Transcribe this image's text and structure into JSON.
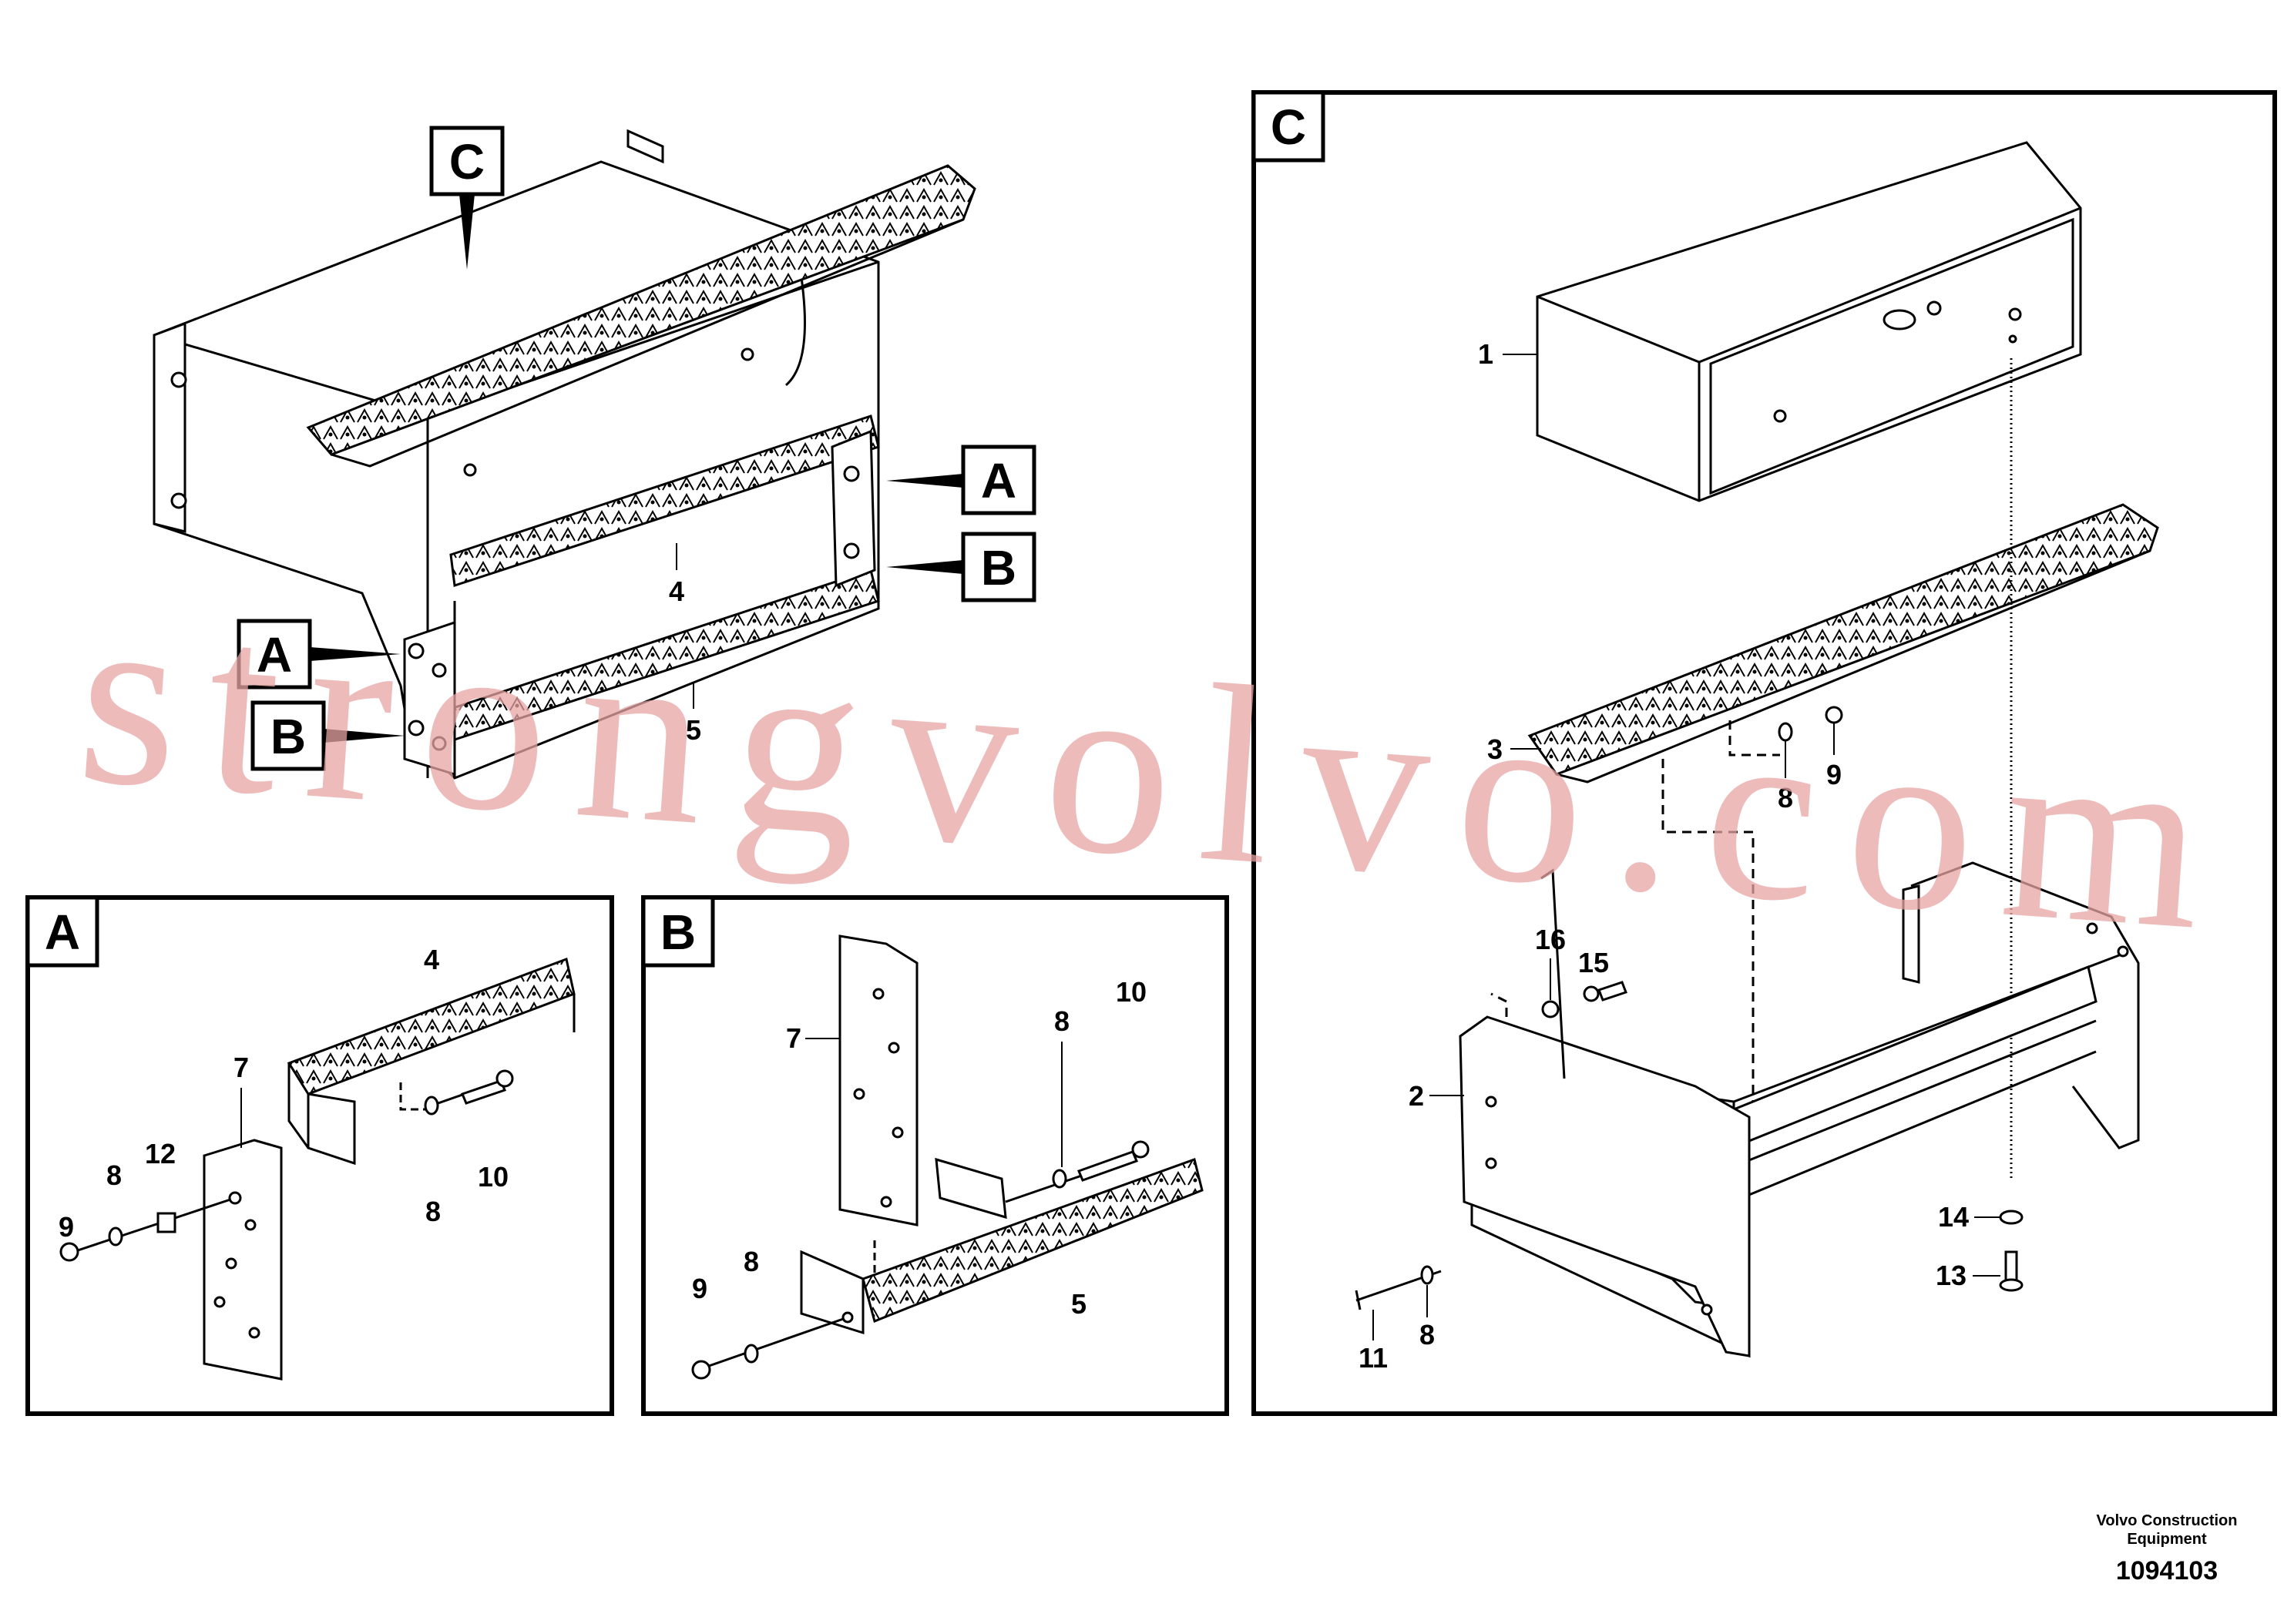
{
  "watermark": "strongvolvo.com",
  "brand": {
    "line1": "Volvo Construction",
    "line2": "Equipment"
  },
  "drawing_number": "1094103",
  "overview": {
    "tags": {
      "c": "C",
      "a_right": "A",
      "b_right": "B",
      "a_left": "A",
      "b_left": "B"
    },
    "labels": {
      "step_upper": "4",
      "step_lower": "5"
    }
  },
  "detail_a": {
    "tag": "A",
    "labels": {
      "step": "4",
      "plate": "7",
      "nut": "9",
      "washer_left": "8",
      "spacer": "12",
      "washer_right": "8",
      "bolt": "10"
    }
  },
  "detail_b": {
    "tag": "B",
    "labels": {
      "plate": "7",
      "washer_top": "8",
      "bolt": "10",
      "nut": "9",
      "washer_bottom": "8",
      "step": "5"
    }
  },
  "detail_c": {
    "tag": "C",
    "labels": {
      "box": "1",
      "step": "3",
      "washer_step": "8",
      "nut_step": "9",
      "washer_bolt": "16",
      "bolt_hex": "15",
      "bracket": "2",
      "washer_stud": "14",
      "screw": "13",
      "bolt_long": "11",
      "washer_long": "8"
    }
  }
}
